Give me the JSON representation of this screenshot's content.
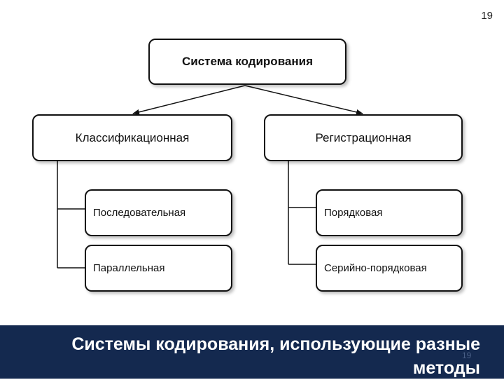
{
  "page_number": "19",
  "diagram": {
    "root": "Система кодирования",
    "branches": [
      {
        "label": "Классификационная",
        "children": [
          "Последовательная",
          "Параллельная"
        ]
      },
      {
        "label": "Регистрационная",
        "children": [
          "Порядковая",
          "Серийно-порядковая"
        ]
      }
    ]
  },
  "banner": {
    "title": "Системы кодирования, использующие разные методы",
    "page_number": "19"
  },
  "colors": {
    "banner_bg": "#14294f",
    "banner_text": "#ffffff",
    "line": "#111111"
  }
}
